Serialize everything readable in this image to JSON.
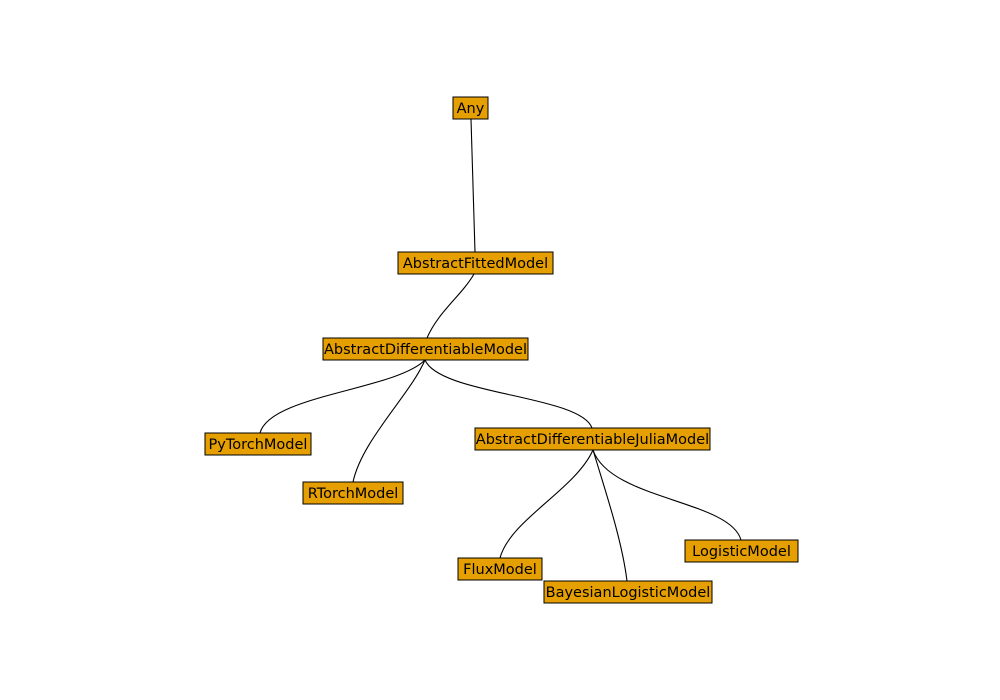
{
  "diagram": {
    "type": "type-hierarchy-tree",
    "node_fill": "#e69f00",
    "node_border": "#000000",
    "edge_color": "#000000",
    "nodes": [
      {
        "id": "any",
        "label": "Any"
      },
      {
        "id": "abstract-fitted-model",
        "label": "AbstractFittedModel"
      },
      {
        "id": "abstract-differentiable-model",
        "label": "AbstractDifferentiableModel"
      },
      {
        "id": "pytorch-model",
        "label": "PyTorchModel"
      },
      {
        "id": "rtorch-model",
        "label": "RTorchModel"
      },
      {
        "id": "abstract-differentiable-julia-model",
        "label": "AbstractDifferentiableJuliaModel"
      },
      {
        "id": "flux-model",
        "label": "FluxModel"
      },
      {
        "id": "bayesian-logistic-model",
        "label": "BayesianLogisticModel"
      },
      {
        "id": "logistic-model",
        "label": "LogisticModel"
      }
    ],
    "edges": [
      {
        "from": "any",
        "to": "abstract-fitted-model"
      },
      {
        "from": "abstract-fitted-model",
        "to": "abstract-differentiable-model"
      },
      {
        "from": "abstract-differentiable-model",
        "to": "pytorch-model"
      },
      {
        "from": "abstract-differentiable-model",
        "to": "rtorch-model"
      },
      {
        "from": "abstract-differentiable-model",
        "to": "abstract-differentiable-julia-model"
      },
      {
        "from": "abstract-differentiable-julia-model",
        "to": "flux-model"
      },
      {
        "from": "abstract-differentiable-julia-model",
        "to": "bayesian-logistic-model"
      },
      {
        "from": "abstract-differentiable-julia-model",
        "to": "logistic-model"
      }
    ]
  }
}
